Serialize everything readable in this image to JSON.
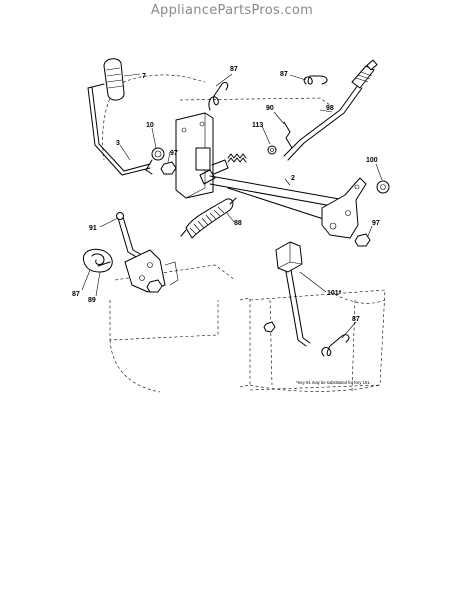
{
  "watermark": "AppliancePartsPros.com",
  "diagram": {
    "callouts": {
      "c7": "7",
      "c87_top": "87",
      "c87_right": "87",
      "c3": "3",
      "c10": "10",
      "c97_left": "97",
      "c90": "90",
      "c98": "98",
      "c113": "113",
      "c2": "2",
      "c100": "100",
      "c91": "91",
      "c88": "88",
      "c97_right": "97",
      "c87_left": "87",
      "c89": "89",
      "c101": "101*",
      "c87_bottom": "87"
    },
    "footnote": "*Key 91 may be substituted for Key 101."
  }
}
